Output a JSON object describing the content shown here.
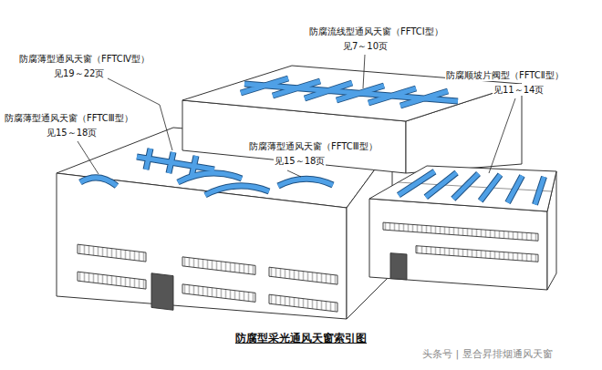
{
  "diagram": {
    "caption": "防腐型采光通风天窗索引图",
    "labels": [
      "防腐流线型通风天窗（FFTCⅠ型）",
      "见7～10页",
      "防腐薄型通风天窗（FFTCⅣ型）",
      "见19～22页",
      "防腐顺坡片阀型（FFTCⅡ型）",
      "见11～14页",
      "防腐薄型通风天窗（FFTCⅢ型）",
      "见15～18页",
      "防腐薄型通风天窗（FFTCⅢ型）",
      "见15～18页",
      "头条号 | 昱合昇排烟通风天窗"
    ]
  }
}
